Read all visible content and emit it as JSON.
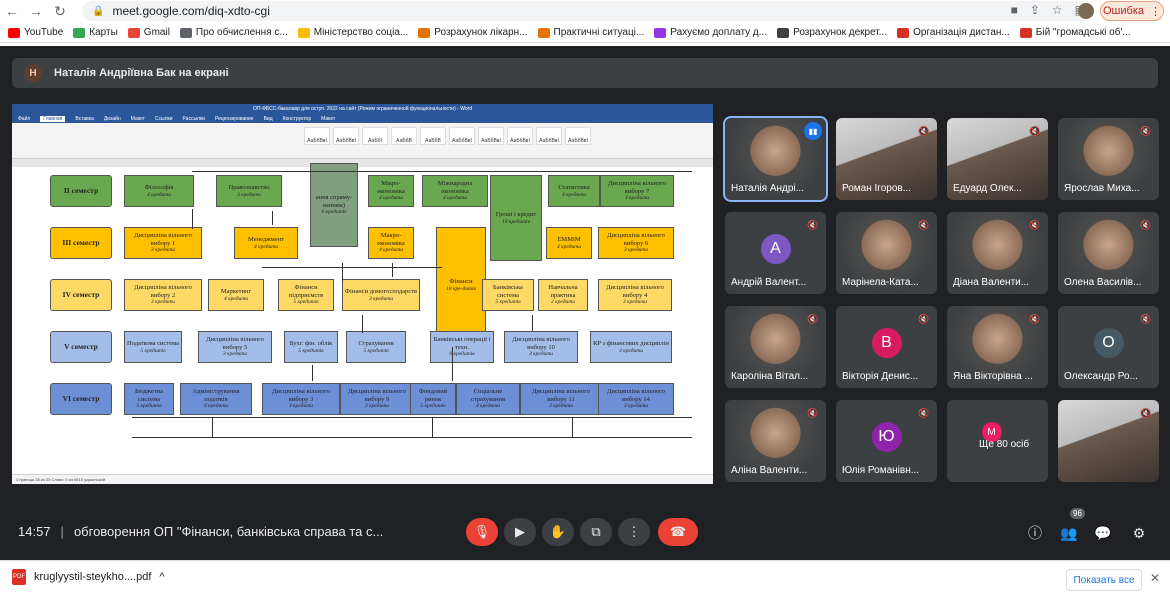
{
  "browser": {
    "url": "meet.google.com/diq-xdto-cgi",
    "error_label": "Ошибка",
    "bookmarks": [
      {
        "label": "YouTube",
        "color": "#ff0000"
      },
      {
        "label": "Карты",
        "color": "#34a853"
      },
      {
        "label": "Gmail",
        "color": "#ea4335"
      },
      {
        "label": "Про обчислення с...",
        "color": "#5f6368"
      },
      {
        "label": "Міністерство соціа...",
        "color": "#fbbc04"
      },
      {
        "label": "Розрахунок лікарн...",
        "color": "#e37400"
      },
      {
        "label": "Практичні ситуаці...",
        "color": "#e37400"
      },
      {
        "label": "Рахуємо доплату д...",
        "color": "#9334e6"
      },
      {
        "label": "Розрахунок декрет...",
        "color": "#3c4043"
      },
      {
        "label": "Організація дистан...",
        "color": "#d93025"
      },
      {
        "label": "Бій \"громадські об'...",
        "color": "#d93025"
      }
    ]
  },
  "meet": {
    "presenter_initial": "Н",
    "presenter_text": "Наталія Андріївна Бак на екрані",
    "time": "14:57",
    "separator": "|",
    "meeting_title": "обговорення ОП \"Фінанси, банківська справа та с...",
    "people_count": "96"
  },
  "screen": {
    "word_title": "ОП-ФБСС-бакалавр для оступ. 2022 на сайт (Режим ограниченной функциональности) - Word",
    "word_tabs": [
      "Файл",
      "Главная",
      "Вставка",
      "Дизайн",
      "Макет",
      "Ссылки",
      "Рассылки",
      "Рецензирование",
      "Вид",
      "Конструктор",
      "Макет"
    ],
    "status": "Страница 28 из 35   Слово: 0 из 6915   украинский",
    "styles": [
      "АаБбВвІ",
      "АаБбВвІ",
      "АаБбІ",
      "АаБбВ",
      "АаБбВ",
      "АаБбВвІ",
      "АаБбВвІ",
      "АаБбВвІ",
      "АаБбВвІ",
      "АаБбВвІ"
    ],
    "semesters": [
      "ІІ семестр",
      "ІІІ семестр",
      "ІV семестр",
      "V семестр",
      "VІ семестр"
    ],
    "cells": [
      {
        "t": "Філософія",
        "s": "4 кредити"
      },
      {
        "t": "Правознавство",
        "s": "3 кредити"
      },
      {
        "t": "Мікро-економіка",
        "s": "4 кредити"
      },
      {
        "t": "Міжнародна економіка",
        "s": "4 кредити"
      },
      {
        "t": "Гроші і кредит",
        "s": "10 кредитів"
      },
      {
        "t": "Статистика",
        "s": "4 кредити"
      },
      {
        "t": "Дисципліна вільного вибору 7",
        "s": "3 кредити"
      },
      {
        "t": "Дисципліна вільного вибору 1",
        "s": "3 кредити"
      },
      {
        "t": "Менеджмент",
        "s": "4 кредити"
      },
      {
        "t": "Макро-економіка",
        "s": "4 кредити"
      },
      {
        "t": "Фінанси",
        "s": "10 кре-дитів"
      },
      {
        "t": "ЕММіМ",
        "s": "4 кредити"
      },
      {
        "t": "Дисципліна вільного вибору 6",
        "s": "3 кредити"
      },
      {
        "t": "Дисципліна вільного вибору 2",
        "s": "3 кредити"
      },
      {
        "t": "Маркетинг",
        "s": "4 кредити"
      },
      {
        "t": "Фінанси підприємств",
        "s": "5 кредитів"
      },
      {
        "t": "Фінанси домогосподарств",
        "s": "3 кредити"
      },
      {
        "t": "Банківська система",
        "s": "5 кредитів"
      },
      {
        "t": "Навчальна практика",
        "s": "2 кредити"
      },
      {
        "t": "Дисципліна вільного вибору 4",
        "s": "3 кредити"
      },
      {
        "t": "Податкова система",
        "s": "5 кредитів"
      },
      {
        "t": "Дисципліна вільного вибору 5",
        "s": "3 кредити"
      },
      {
        "t": "Бухг. фін. облік",
        "s": "5 кредитів"
      },
      {
        "t": "Страхування",
        "s": "5 кредитів"
      },
      {
        "t": "Банківські операції і техн.",
        "s": "6 кредитів"
      },
      {
        "t": "Дисципліна вільного вибору 10",
        "s": "3 кредити"
      },
      {
        "t": "КР з фінансових дисциплін",
        "s": "3 кредити"
      },
      {
        "t": "Бюджетна система",
        "s": "5 кредитів"
      },
      {
        "t": "Адміністрування податків",
        "s": "4 кредити"
      },
      {
        "t": "Дисципліна вільного вибору 3",
        "s": "3 кредити"
      },
      {
        "t": "Дисципліна вільного вибору 9",
        "s": "3 кредити"
      },
      {
        "t": "Фондовий ринок",
        "s": "5 кредитів"
      },
      {
        "t": "Соціальне страхування",
        "s": "4 кредити"
      },
      {
        "t": "Дисципліна вільного вибору 11",
        "s": "3 кредити"
      },
      {
        "t": "Дисципліна вільного вибору 14",
        "s": "3 кредити"
      },
      {
        "t": "ання спряму-ванням)",
        "s": "6 кредитів"
      }
    ]
  },
  "participants": [
    {
      "name": "Наталія Андрі...",
      "type": "photo"
    },
    {
      "name": "Роман Ігоров...",
      "type": "cam"
    },
    {
      "name": "Едуард Олек...",
      "type": "cam"
    },
    {
      "name": "Ярослав Миха...",
      "type": "photo"
    },
    {
      "name": "Андрій Валент...",
      "type": "letter",
      "letter": "А",
      "color": "#7e57c2"
    },
    {
      "name": "Марінела-Ката...",
      "type": "photo"
    },
    {
      "name": "Діана Валенти...",
      "type": "photo"
    },
    {
      "name": "Олена Василів...",
      "type": "photo"
    },
    {
      "name": "Кароліна Вітал...",
      "type": "photo"
    },
    {
      "name": "Вікторія Денис...",
      "type": "letter",
      "letter": "В",
      "color": "#d81b60"
    },
    {
      "name": "Яна Вікторівна ...",
      "type": "photo"
    },
    {
      "name": "Олександр Ро...",
      "type": "letter",
      "letter": "О",
      "color": "#455a64"
    },
    {
      "name": "Аліна Валенти...",
      "type": "photo"
    },
    {
      "name": "Юлія Романівн...",
      "type": "letter",
      "letter": "Ю",
      "color": "#8e24aa"
    },
    {
      "name": "Ще 80 осіб",
      "type": "more",
      "letter": "М",
      "color": "#e91e63"
    },
    {
      "name": "",
      "type": "cam"
    }
  ],
  "downloads": {
    "filename": "kruglyystil-steykho....pdf",
    "show_all": "Показать все"
  }
}
